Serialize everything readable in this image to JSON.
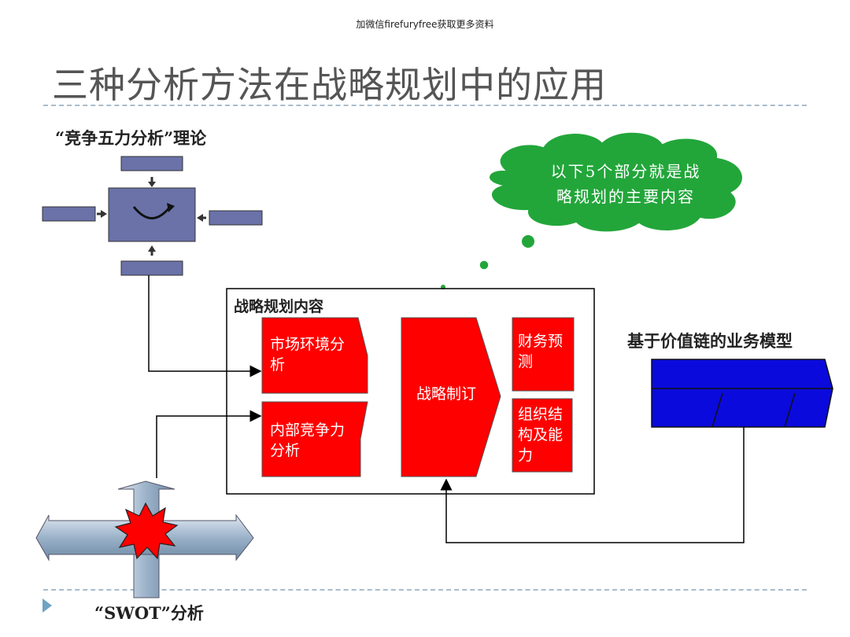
{
  "watermark": "加微信firefuryfree获取更多资料",
  "page_title": "三种分析方法在战略规划中的应用",
  "porter": {
    "title": "“竞争五力分析”理论"
  },
  "cloud": {
    "line1": "以下5个部分就是战",
    "line2": "略规划的主要内容"
  },
  "content_box": {
    "title": "战略规划内容",
    "market": "市场环境分析",
    "internal": "内部竞争力分析",
    "strategy": "战略制订",
    "finance": "财务预测",
    "org": "组织结构及能力"
  },
  "value_chain": {
    "title": "基于价值链的业务模型"
  },
  "swot": {
    "title": "“SWOT”分析"
  },
  "colors": {
    "red": "#ff0000",
    "navy": "#6a72a8",
    "blue": "#0a0adc",
    "cloud": "#22a63a"
  }
}
